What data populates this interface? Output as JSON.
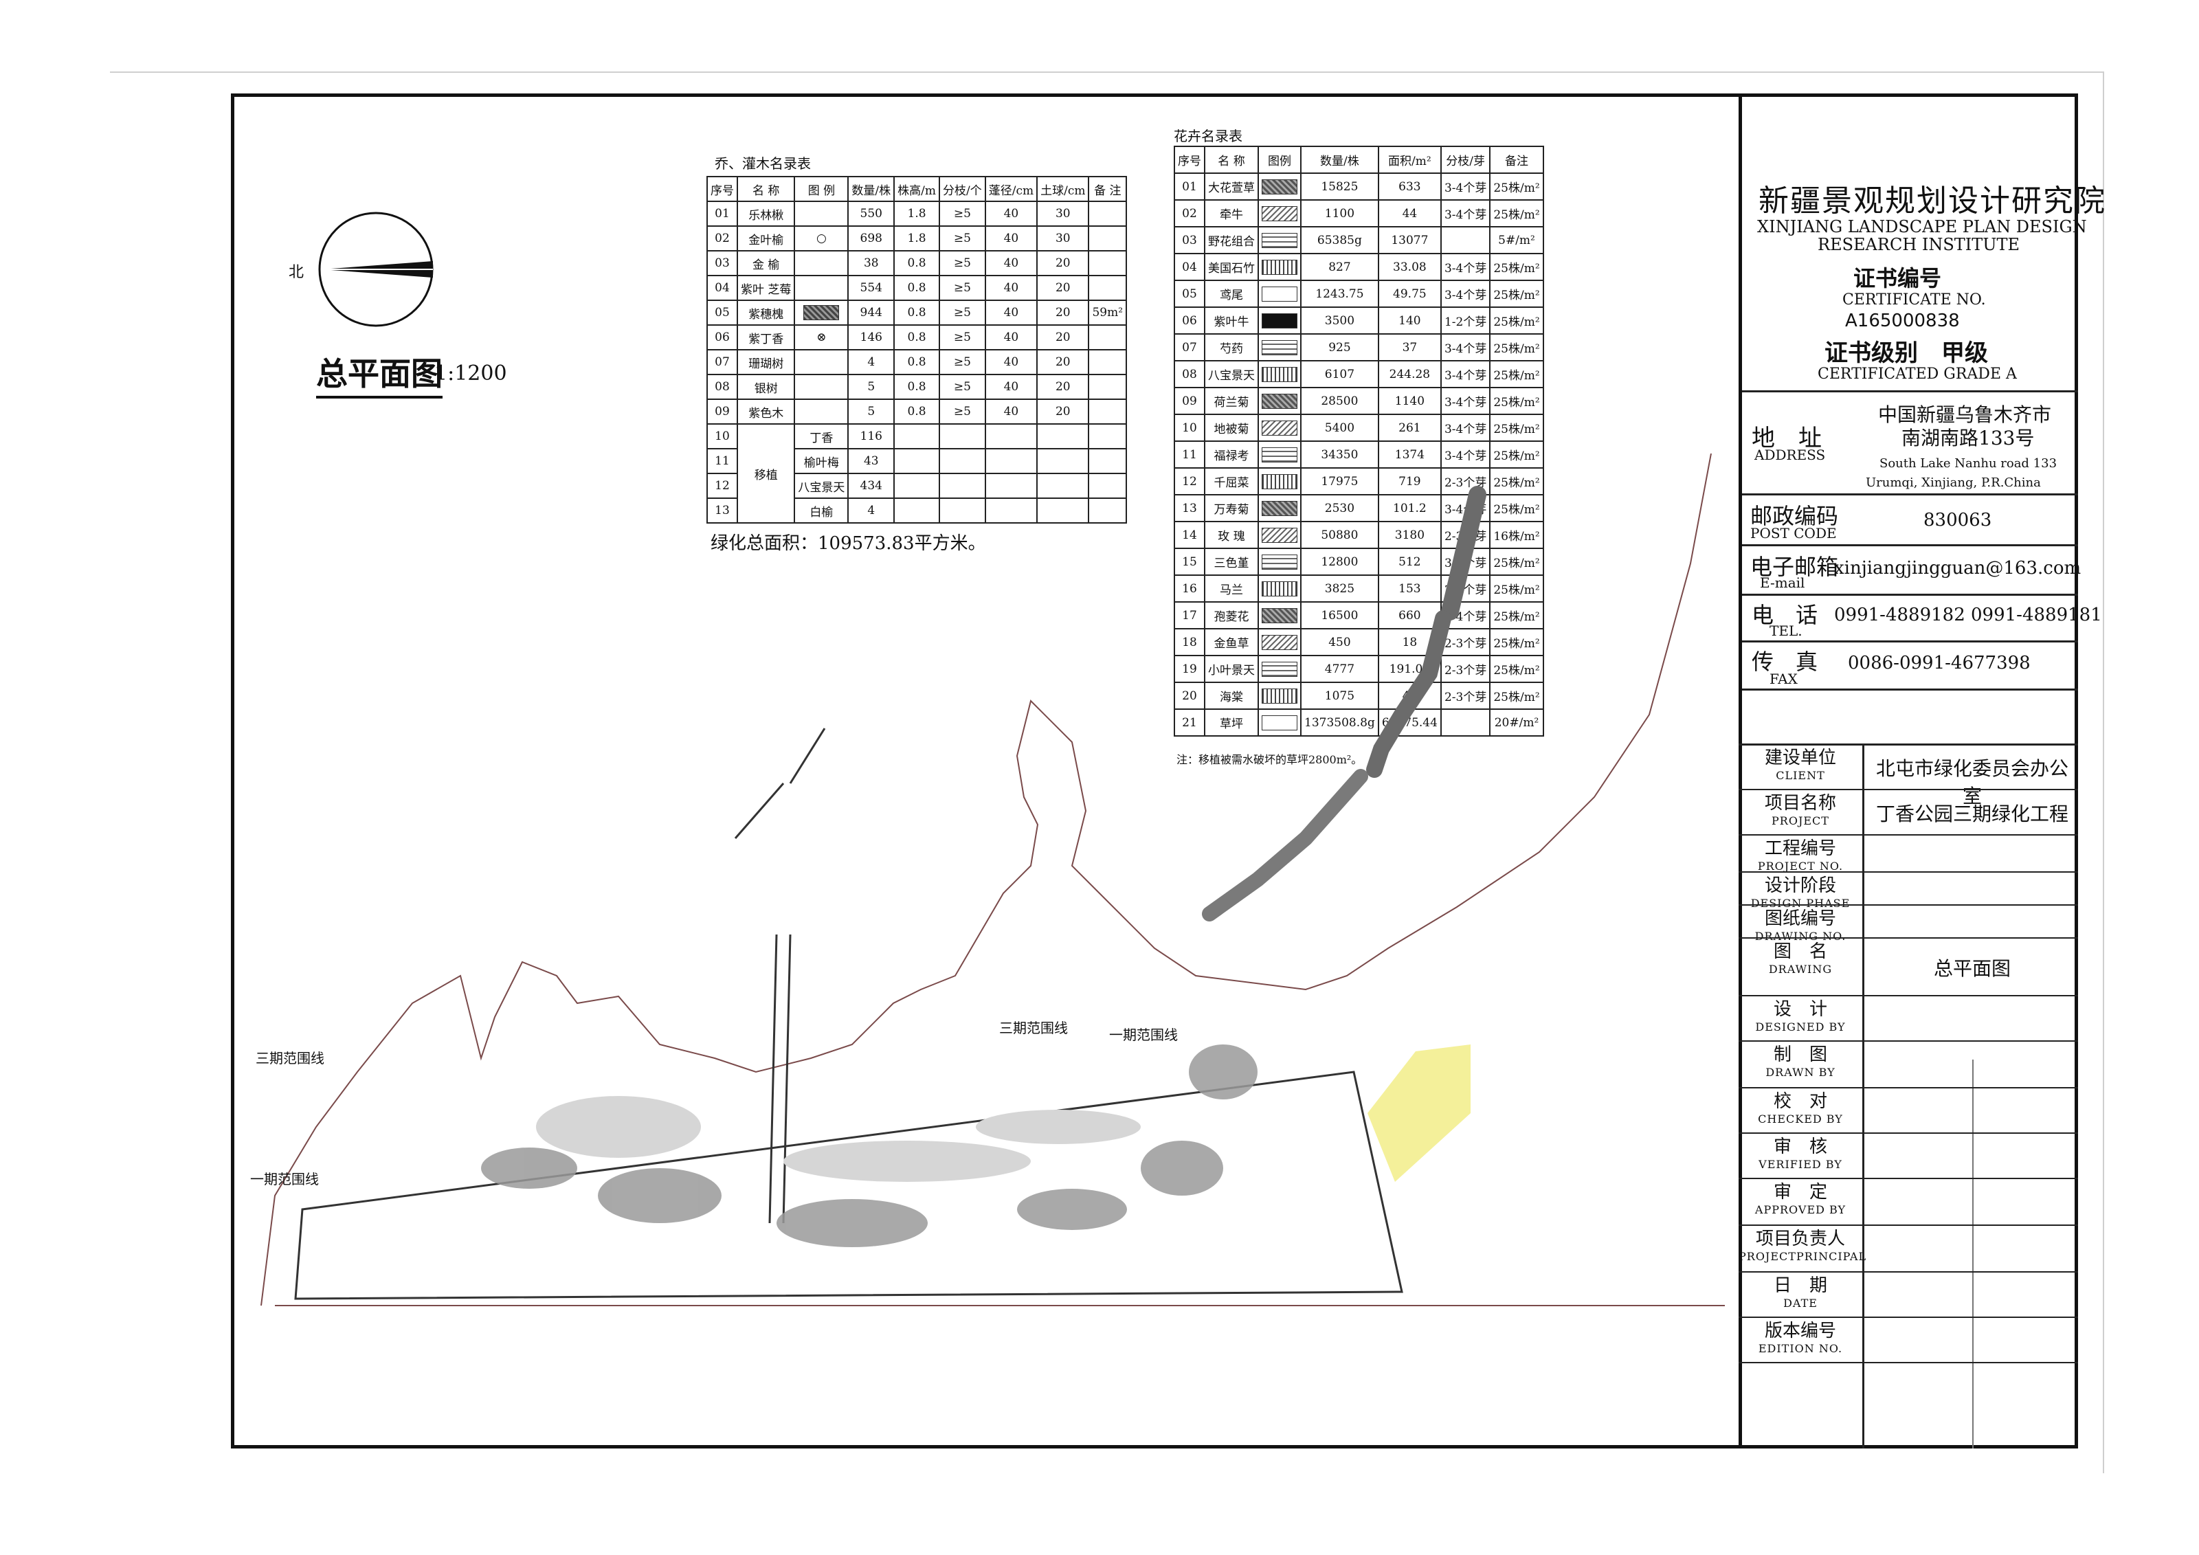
{
  "drawing": {
    "title": "总平面图",
    "scale": "1:1200",
    "north_label": "北",
    "green_total": "绿化总面积：109573.83平方米。",
    "boundary_labels": [
      "三期范围线",
      "一期范围线",
      "三期范围线",
      "一期范围线"
    ]
  },
  "tree_table": {
    "caption": "乔、灌木名录表",
    "headers": [
      "序号",
      "名 称",
      "图 例",
      "数量/株",
      "株高/m",
      "分枝/个",
      "蓬径/cm",
      "土球/cm",
      "备 注"
    ],
    "rows": [
      [
        "01",
        "乐林楸",
        "",
        "550",
        "1.8",
        "≥5",
        "40",
        "30",
        ""
      ],
      [
        "02",
        "金叶榆",
        "○",
        "698",
        "1.8",
        "≥5",
        "40",
        "30",
        ""
      ],
      [
        "03",
        "金 榆",
        "",
        "38",
        "0.8",
        "≥5",
        "40",
        "20",
        ""
      ],
      [
        "04",
        "紫叶 芝莓",
        "",
        "554",
        "0.8",
        "≥5",
        "40",
        "20",
        ""
      ],
      [
        "05",
        "紫穗槐",
        "",
        "944",
        "0.8",
        "≥5",
        "40",
        "20",
        "59m²"
      ],
      [
        "06",
        "紫丁香",
        "⊗",
        "146",
        "0.8",
        "≥5",
        "40",
        "20",
        ""
      ],
      [
        "07",
        "珊瑚树",
        "",
        "4",
        "0.8",
        "≥5",
        "40",
        "20",
        ""
      ],
      [
        "08",
        "银树",
        "",
        "5",
        "0.8",
        "≥5",
        "40",
        "20",
        ""
      ],
      [
        "09",
        "紫色木",
        "",
        "5",
        "0.8",
        "≥5",
        "40",
        "20",
        ""
      ]
    ],
    "extra_group_label": "移植",
    "extra_rows": [
      [
        "10",
        "丁香",
        "116"
      ],
      [
        "11",
        "榆叶梅",
        "43"
      ],
      [
        "12",
        "八宝景天",
        "434"
      ],
      [
        "13",
        "白榆",
        "4"
      ]
    ]
  },
  "flower_table": {
    "caption": "花卉名录表",
    "headers": [
      "序号",
      "名 称",
      "图例",
      "数量/株",
      "面积/m²",
      "分枝/芽",
      "备注"
    ],
    "rows": [
      [
        "01",
        "大花萱草",
        "#8a8a8a",
        "15825",
        "633",
        "3-4个芽",
        "25株/m²"
      ],
      [
        "02",
        "牵牛",
        "#c8c8c8",
        "1100",
        "44",
        "3-4个芽",
        "25株/m²"
      ],
      [
        "03",
        "野花组合",
        "#e8e8e8",
        "65385g",
        "13077",
        "",
        "5#/m²"
      ],
      [
        "04",
        "美国石竹",
        "#9a9a9a",
        "827",
        "33.08",
        "3-4个芽",
        "25株/m²"
      ],
      [
        "05",
        "鸢尾",
        "#ffffff",
        "1243.75",
        "49.75",
        "3-4个芽",
        "25株/m²"
      ],
      [
        "06",
        "紫叶牛",
        "#111111",
        "3500",
        "140",
        "1-2个芽",
        "25株/m²"
      ],
      [
        "07",
        "芍药",
        "#f2f2f2",
        "925",
        "37",
        "3-4个芽",
        "25株/m²"
      ],
      [
        "08",
        "八宝景天",
        "#bbbbbb",
        "6107",
        "244.28",
        "3-4个芽",
        "25株/m²"
      ],
      [
        "09",
        "荷兰菊",
        "#a0a0a0",
        "28500",
        "1140",
        "3-4个芽",
        "25株/m²"
      ],
      [
        "10",
        "地被菊",
        "#777777",
        "5400",
        "261",
        "3-4个芽",
        "25株/m²"
      ],
      [
        "11",
        "福禄考",
        "#aaaaaa",
        "34350",
        "1374",
        "3-4个芽",
        "25株/m²"
      ],
      [
        "12",
        "千屈菜",
        "#cfcfcf",
        "17975",
        "719",
        "2-3个芽",
        "25株/m²"
      ],
      [
        "13",
        "万寿菊",
        "#dddddd",
        "2530",
        "101.2",
        "3-4个芽",
        "25株/m²"
      ],
      [
        "14",
        "玫 瑰",
        "#eeeeee",
        "50880",
        "3180",
        "2-3个芽",
        "16株/m²"
      ],
      [
        "15",
        "三色堇",
        "#999999",
        "12800",
        "512",
        "3-4个芽",
        "25株/m²"
      ],
      [
        "16",
        "马兰",
        "#b5b5b5",
        "3825",
        "153",
        "2-3个芽",
        "25株/m²"
      ],
      [
        "17",
        "孢菱花",
        "#f7f7f7",
        "16500",
        "660",
        "3-4个芽",
        "25株/m²"
      ],
      [
        "18",
        "金鱼草",
        "#d5d5d5",
        "450",
        "18",
        "2-3个芽",
        "25株/m²"
      ],
      [
        "19",
        "小叶景天",
        "#c2c2c2",
        "4777",
        "191.08",
        "2-3个芽",
        "25株/m²"
      ],
      [
        "20",
        "海棠",
        "#fafafa",
        "1075",
        "43",
        "2-3个芽",
        "25株/m²"
      ],
      [
        "21",
        "草坪",
        "#ffffff",
        "1373508.8g",
        "68675.44",
        "",
        "20#/m²"
      ]
    ],
    "note": "注：移植被需水破坏的草坪2800m²。"
  },
  "institute": {
    "name_cn": "新疆景观规划设计研究院",
    "name_en_1": "XINJIANG LANDSCAPE PLAN DESIGN",
    "name_en_2": "RESEARCH INSTITUTE",
    "cert_label_cn": "证书编号",
    "cert_label_en": "CERTIFICATE NO.",
    "cert_no": "A165000838",
    "grade_cn": "证书级别　甲级",
    "grade_en": "CERTIFICATED GRADE A"
  },
  "contact": {
    "address_label_cn": "地　址",
    "address_label_en": "ADDRESS",
    "address_cn_1": "中国新疆乌鲁木齐市",
    "address_cn_2": "南湖南路133号",
    "address_en_1": "South Lake Nanhu road 133",
    "address_en_2": "Urumqi, Xinjiang,  P.R.China",
    "post_label_cn": "邮政编码",
    "post_label_en": "POST CODE",
    "post_code": "830063",
    "email_label_cn": "电子邮箱",
    "email_label_en": "E-mail",
    "email": "xinjiangjingguan@163.com",
    "tel_label_cn": "电　话",
    "tel_label_en": "TEL.",
    "tel": "0991-4889182  0991-4889181",
    "fax_label_cn": "传　真",
    "fax_label_en": "FAX",
    "fax": "0086-0991-4677398"
  },
  "sheet": [
    {
      "cn": "建设单位",
      "en": "CLIENT",
      "value": "北屯市绿化委员会办公室"
    },
    {
      "cn": "项目名称",
      "en": "PROJECT",
      "value": "丁香公园三期绿化工程"
    },
    {
      "cn": "工程编号",
      "en": "PROJECT NO.",
      "value": ""
    },
    {
      "cn": "设计阶段",
      "en": "DESIGN PHASE",
      "value": ""
    },
    {
      "cn": "图纸编号",
      "en": "DRAWING NO.",
      "value": ""
    },
    {
      "cn": "图　名",
      "en": "DRAWING",
      "value": "总平面图"
    },
    {
      "cn": "设　计",
      "en": "DESIGNED BY",
      "value": ""
    },
    {
      "cn": "制　图",
      "en": "DRAWN BY",
      "value": ""
    },
    {
      "cn": "校　对",
      "en": "CHECKED BY",
      "value": ""
    },
    {
      "cn": "审　核",
      "en": "VERIFIED BY",
      "value": ""
    },
    {
      "cn": "审　定",
      "en": "APPROVED BY",
      "value": ""
    },
    {
      "cn": "项目负责人",
      "en": "PROJECTPRINCIPAL",
      "value": ""
    },
    {
      "cn": "日　期",
      "en": "DATE",
      "value": ""
    },
    {
      "cn": "版本编号",
      "en": "EDITION NO.",
      "value": ""
    }
  ]
}
